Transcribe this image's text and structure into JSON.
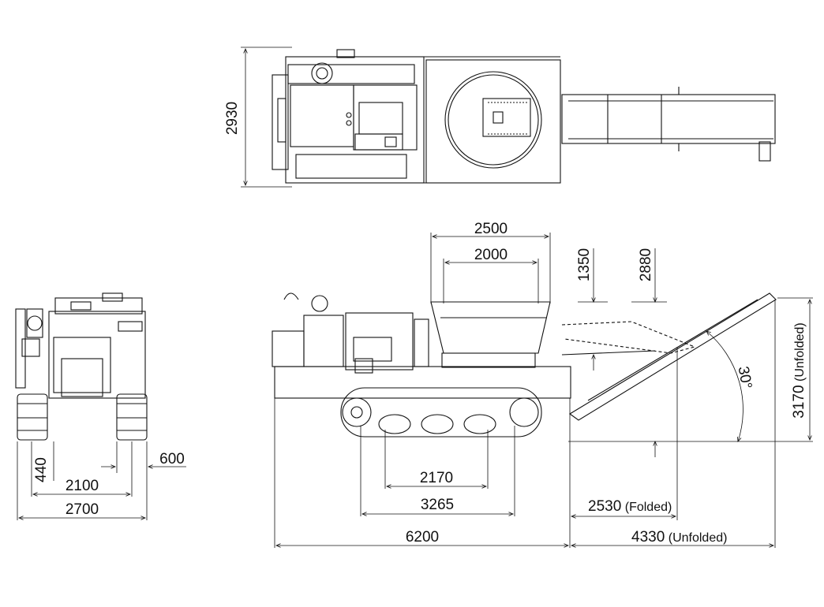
{
  "top_view": {
    "width_label": "2930"
  },
  "front_view": {
    "track_width_label": "440",
    "track_shoe_label": "600",
    "gauge_label": "2100",
    "overall_width_label": "2700"
  },
  "side_view": {
    "hopper_outer_label": "2500",
    "hopper_inner_label": "2000",
    "hopper_height_label": "1350",
    "overall_height_label": "2880",
    "conveyor_height_label": "3170",
    "conveyor_height_note": "(Unfolded)",
    "conveyor_angle_label": "30°",
    "tumbler_label": "2170",
    "track_length_label": "3265",
    "folded_length_label": "2530",
    "folded_note": "(Folded)",
    "body_length_label": "6200",
    "unfolded_length_label": "4330",
    "unfolded_note": "(Unfolded)"
  }
}
